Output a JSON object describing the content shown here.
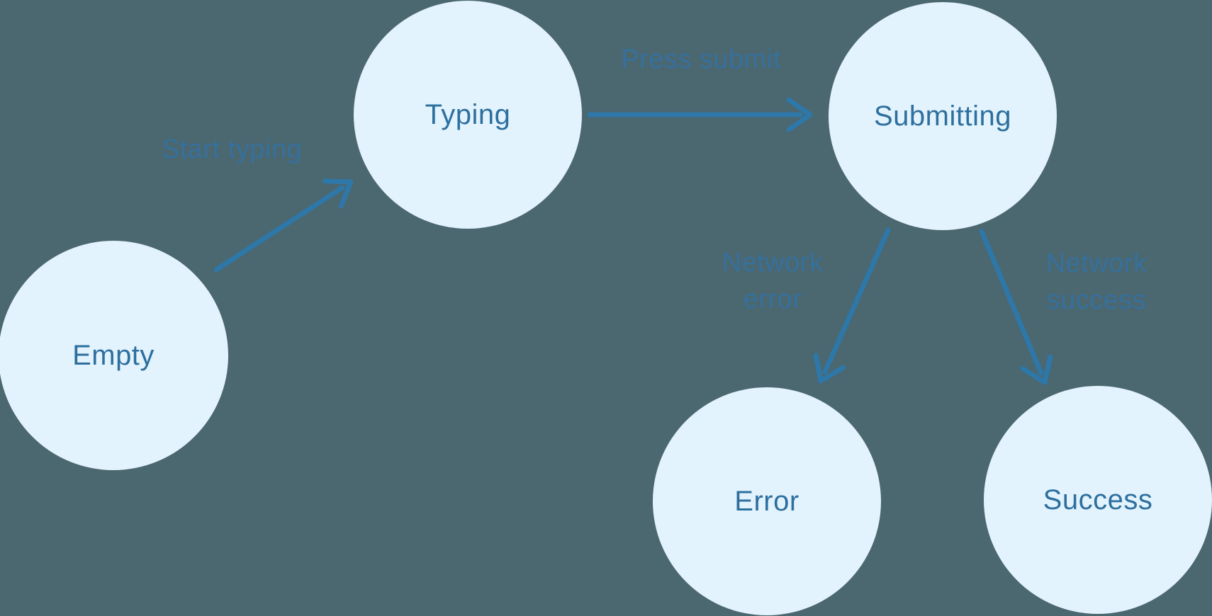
{
  "colors": {
    "bg": "#4b6770",
    "node": "#e3f3fd",
    "nodeText": "#2d6f9e",
    "arrow": "#2e77a9",
    "edgeText": "#36709c"
  },
  "diagram": {
    "type": "state-machine",
    "states": [
      {
        "id": "empty",
        "label": "Empty"
      },
      {
        "id": "typing",
        "label": "Typing"
      },
      {
        "id": "submitting",
        "label": "Submitting"
      },
      {
        "id": "error",
        "label": "Error"
      },
      {
        "id": "success",
        "label": "Success"
      }
    ],
    "transitions": [
      {
        "from": "empty",
        "to": "typing",
        "label": "Start typing"
      },
      {
        "from": "typing",
        "to": "submitting",
        "label": "Press submit"
      },
      {
        "from": "submitting",
        "to": "error",
        "label": "Network error"
      },
      {
        "from": "submitting",
        "to": "success",
        "label": "Network success"
      }
    ]
  }
}
